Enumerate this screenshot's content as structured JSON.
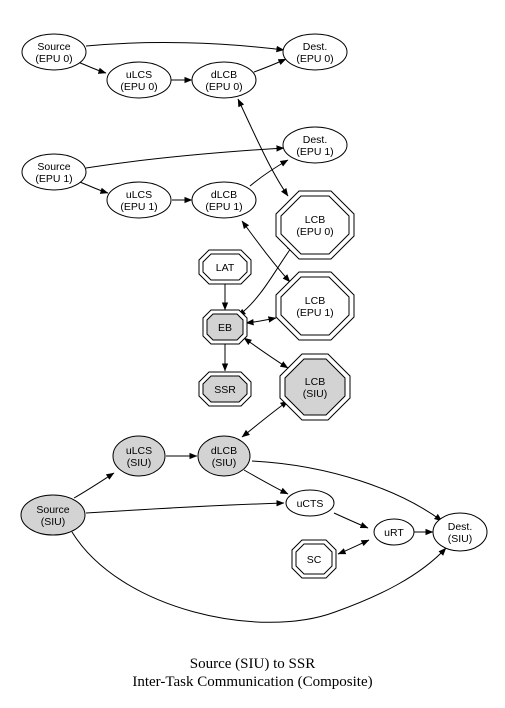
{
  "nodes": [
    {
      "id": "src-epu0",
      "lines": [
        "Source",
        "(EPU 0)"
      ]
    },
    {
      "id": "dest-epu0",
      "lines": [
        "Dest.",
        "(EPU 0)"
      ]
    },
    {
      "id": "ulcs-epu0",
      "lines": [
        "uLCS",
        "(EPU 0)"
      ]
    },
    {
      "id": "dlcb-epu0",
      "lines": [
        "dLCB",
        "(EPU 0)"
      ]
    },
    {
      "id": "src-epu1",
      "lines": [
        "Source",
        "(EPU 1)"
      ]
    },
    {
      "id": "dest-epu1",
      "lines": [
        "Dest.",
        "(EPU 1)"
      ]
    },
    {
      "id": "ulcs-epu1",
      "lines": [
        "uLCS",
        "(EPU 1)"
      ]
    },
    {
      "id": "dlcb-epu1",
      "lines": [
        "dLCB",
        "(EPU 1)"
      ]
    },
    {
      "id": "lcb-epu0",
      "lines": [
        "LCB",
        "(EPU 0)"
      ]
    },
    {
      "id": "lat",
      "lines": [
        "LAT"
      ]
    },
    {
      "id": "lcb-epu1",
      "lines": [
        "LCB",
        "(EPU 1)"
      ]
    },
    {
      "id": "eb",
      "lines": [
        "EB"
      ]
    },
    {
      "id": "ssr",
      "lines": [
        "SSR"
      ]
    },
    {
      "id": "lcb-siu",
      "lines": [
        "LCB",
        "(SIU)"
      ]
    },
    {
      "id": "ulcs-siu",
      "lines": [
        "uLCS",
        "(SIU)"
      ]
    },
    {
      "id": "dlcb-siu",
      "lines": [
        "dLCB",
        "(SIU)"
      ]
    },
    {
      "id": "src-siu",
      "lines": [
        "Source",
        "(SIU)"
      ]
    },
    {
      "id": "ucts",
      "lines": [
        "uCTS"
      ]
    },
    {
      "id": "urt",
      "lines": [
        "uRT"
      ]
    },
    {
      "id": "dest-siu",
      "lines": [
        "Dest.",
        "(SIU)"
      ]
    },
    {
      "id": "sc",
      "lines": [
        "SC"
      ]
    }
  ],
  "edges": [
    {
      "from": "src-epu0",
      "to": "dest-epu0",
      "dir": "forward"
    },
    {
      "from": "src-epu0",
      "to": "ulcs-epu0",
      "dir": "forward"
    },
    {
      "from": "ulcs-epu0",
      "to": "dlcb-epu0",
      "dir": "forward"
    },
    {
      "from": "dlcb-epu0",
      "to": "dest-epu0",
      "dir": "forward"
    },
    {
      "from": "dlcb-epu0",
      "to": "lcb-epu0",
      "dir": "both"
    },
    {
      "from": "src-epu1",
      "to": "dest-epu1",
      "dir": "forward"
    },
    {
      "from": "src-epu1",
      "to": "ulcs-epu1",
      "dir": "forward"
    },
    {
      "from": "ulcs-epu1",
      "to": "dlcb-epu1",
      "dir": "forward"
    },
    {
      "from": "dlcb-epu1",
      "to": "dest-epu1",
      "dir": "forward"
    },
    {
      "from": "dlcb-epu1",
      "to": "lcb-epu1",
      "dir": "both"
    },
    {
      "from": "lat",
      "to": "eb",
      "dir": "forward"
    },
    {
      "from": "eb",
      "to": "lcb-epu0",
      "dir": "both"
    },
    {
      "from": "eb",
      "to": "lcb-epu1",
      "dir": "both"
    },
    {
      "from": "eb",
      "to": "ssr",
      "dir": "forward"
    },
    {
      "from": "eb",
      "to": "lcb-siu",
      "dir": "both"
    },
    {
      "from": "dlcb-siu",
      "to": "lcb-siu",
      "dir": "both"
    },
    {
      "from": "src-siu",
      "to": "ulcs-siu",
      "dir": "forward"
    },
    {
      "from": "ulcs-siu",
      "to": "dlcb-siu",
      "dir": "forward"
    },
    {
      "from": "dlcb-siu",
      "to": "ucts",
      "dir": "forward"
    },
    {
      "from": "dlcb-siu",
      "to": "dest-siu",
      "dir": "forward"
    },
    {
      "from": "src-siu",
      "to": "ucts",
      "dir": "forward"
    },
    {
      "from": "src-siu",
      "to": "dest-siu",
      "dir": "forward"
    },
    {
      "from": "ucts",
      "to": "urt",
      "dir": "forward"
    },
    {
      "from": "urt",
      "to": "dest-siu",
      "dir": "forward"
    },
    {
      "from": "sc",
      "to": "urt",
      "dir": "both"
    }
  ],
  "caption": {
    "line1": "Source (SIU) to SSR",
    "line2": "Inter-Task Communication (Composite)"
  },
  "colors": {
    "highlight_fill": "#d3d3d3",
    "plain_fill": "#ffffff",
    "stroke": "#000000"
  }
}
